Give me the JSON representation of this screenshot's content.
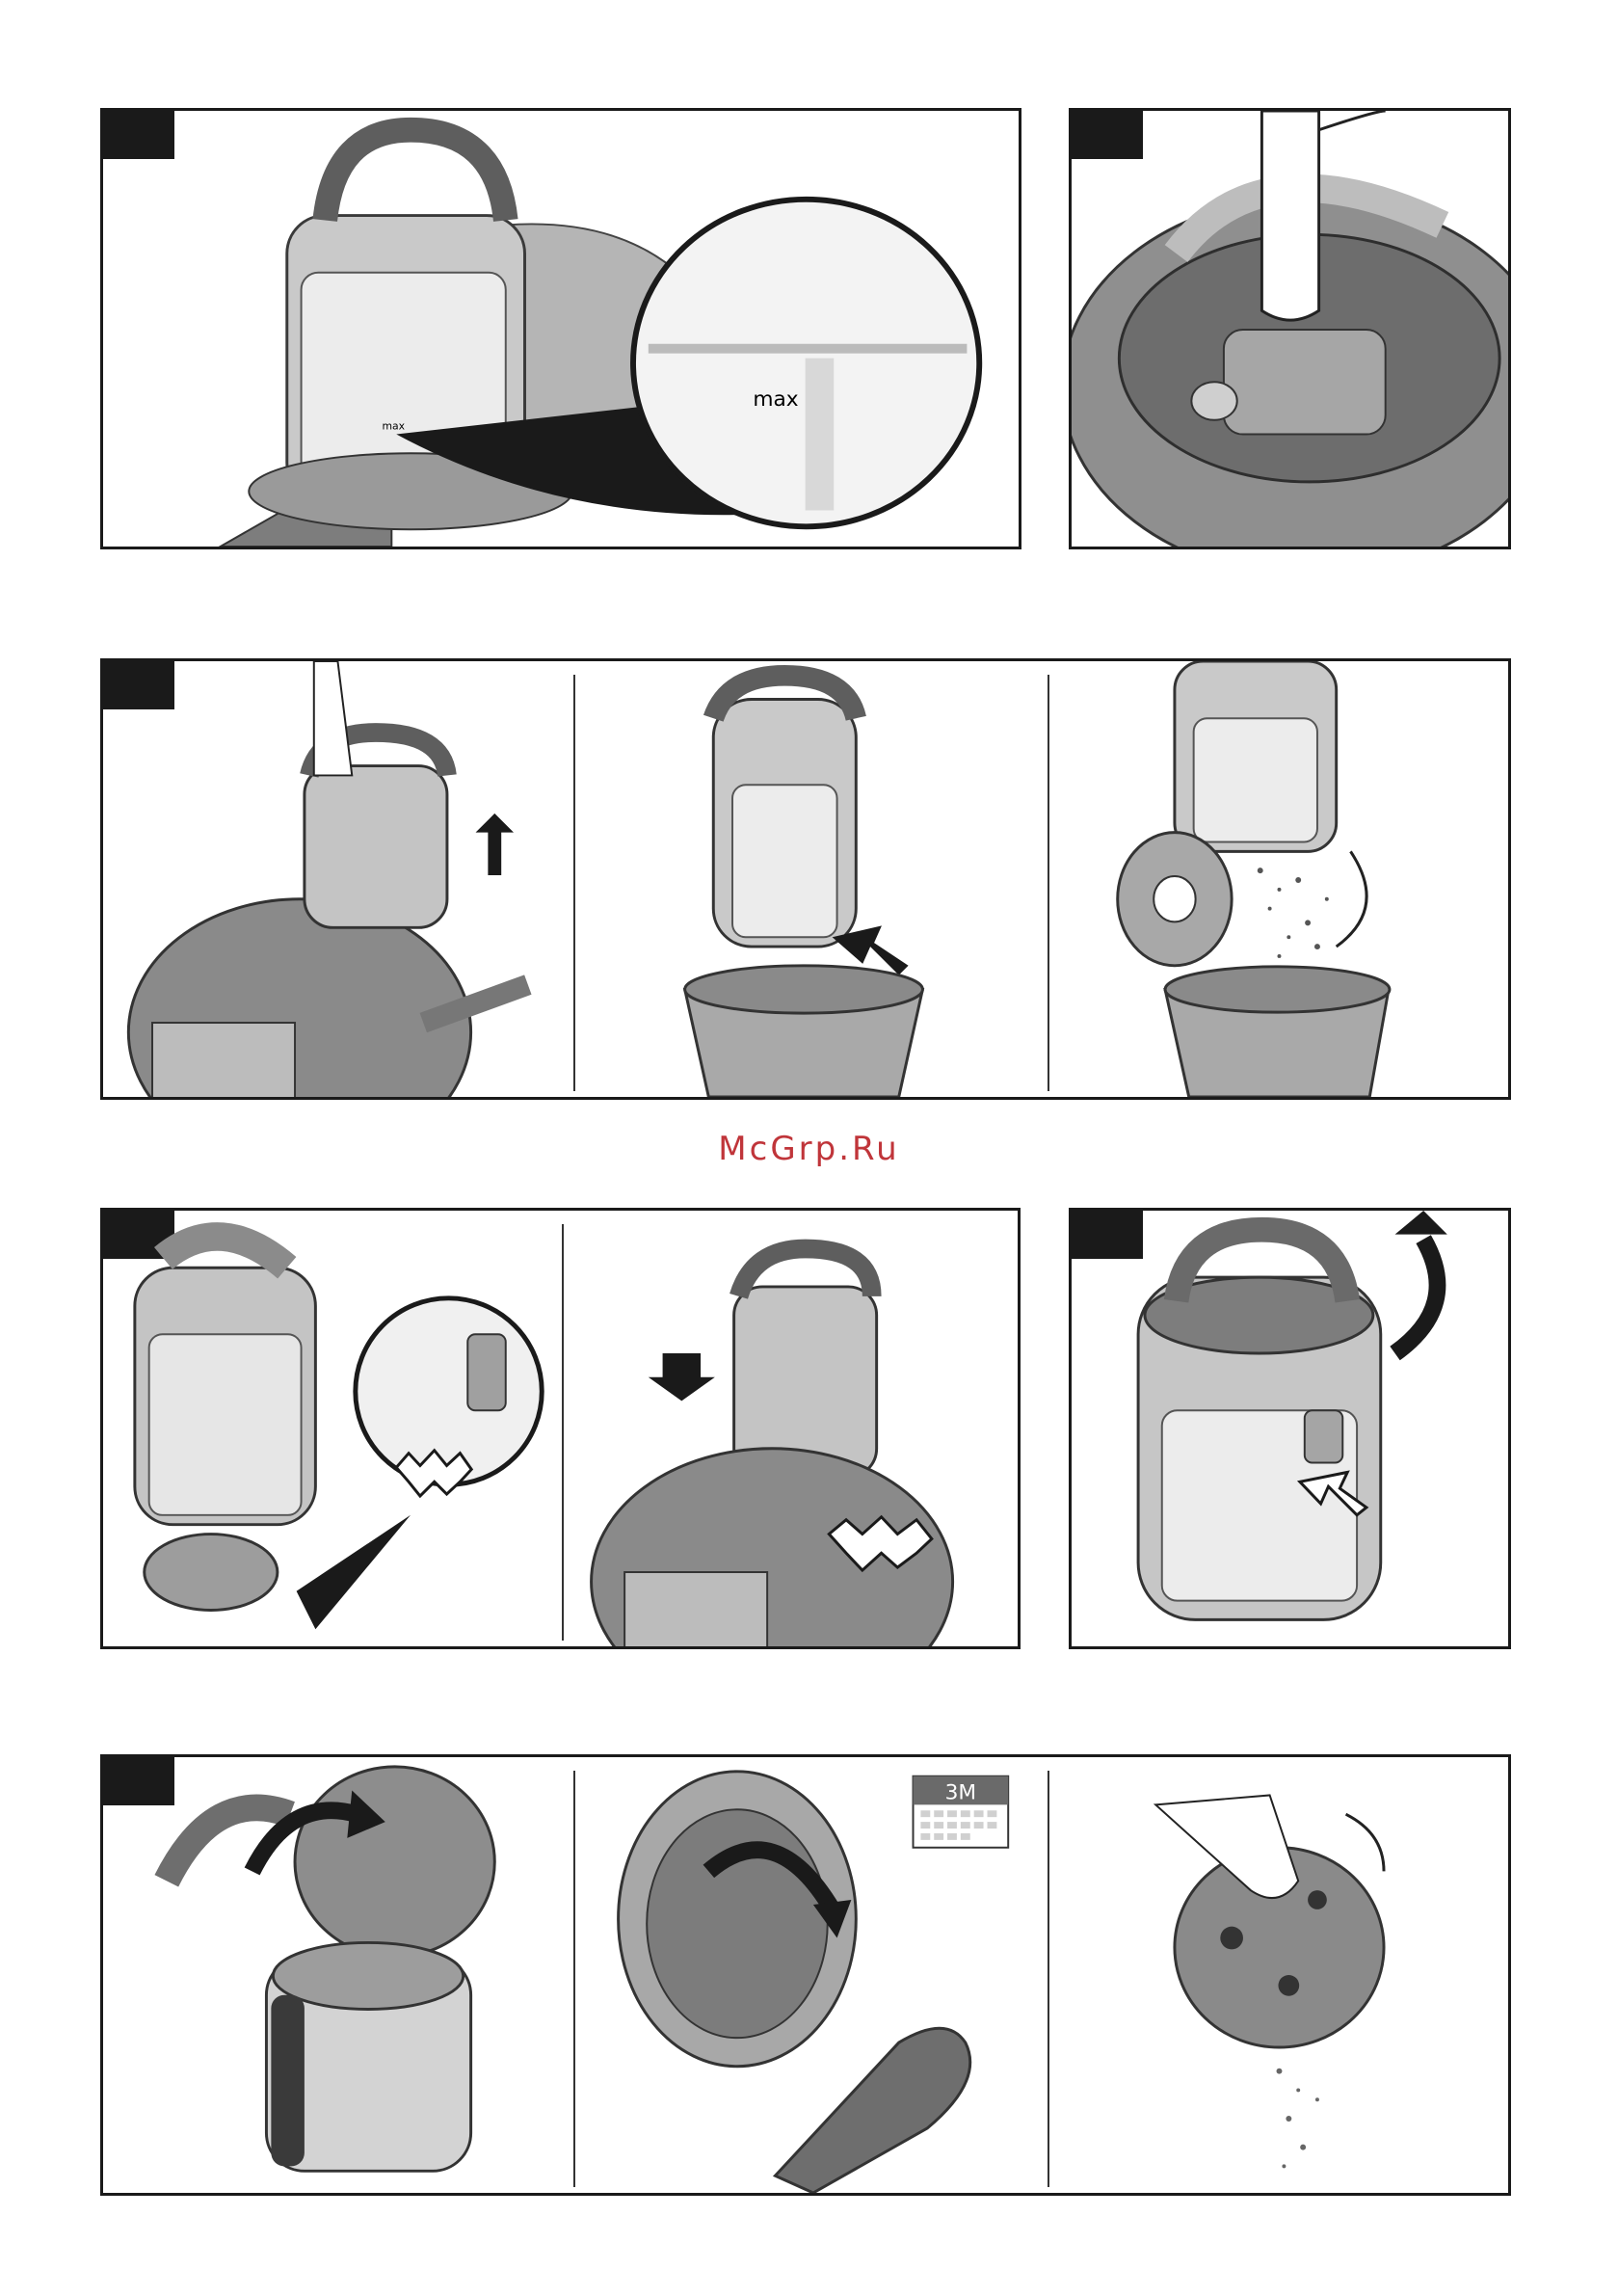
{
  "watermark": "McGrp.Ru",
  "fig1": {
    "zoom_label": "max",
    "small_label": "max"
  },
  "fig_filter": {
    "calendar_label": "3M"
  },
  "colors": {
    "accent_red": "#c0353a",
    "frame": "#1a1a1a",
    "metal": "#a7a7a7",
    "dark_metal": "#5e5e5e",
    "filter": "#6e6e6e"
  }
}
